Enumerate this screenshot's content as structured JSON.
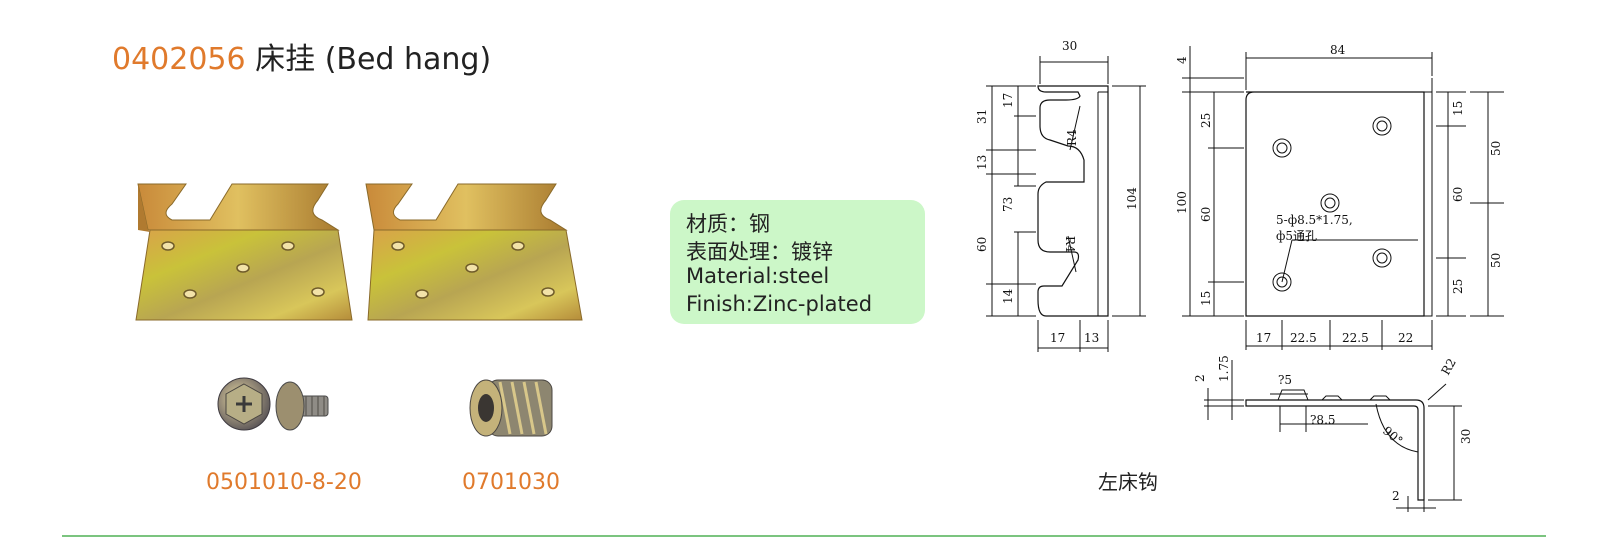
{
  "product": {
    "code": "0402056",
    "name": "床挂 (Bed hang)"
  },
  "parts": [
    {
      "code": "0501010-8-20"
    },
    {
      "code": "0701030"
    }
  ],
  "spec": {
    "line1": "材质：钢",
    "line2": "表面处理：镀锌",
    "line3": "Material:steel",
    "line4": "Finish:Zinc-plated"
  },
  "drawing": {
    "caption": "左床钩",
    "side_view": {
      "top_width": "30",
      "dims_left": [
        "31",
        "17",
        "13",
        "73",
        "60",
        "14"
      ],
      "height_total": "104",
      "radius_top": "R4",
      "radius_bottom": "R4",
      "bottom_dims": [
        "17",
        "13"
      ]
    },
    "front_view": {
      "top_offset": "4",
      "width": "84",
      "left_dims": [
        "25",
        "100",
        "60",
        "15"
      ],
      "right_inner_dims": [
        "15",
        "60",
        "25"
      ],
      "right_outer_dims": [
        "50",
        "50"
      ],
      "bottom_dims": [
        "17",
        "22.5",
        "22.5",
        "22"
      ],
      "hole_note_1": "5-ф8.5*1.75,",
      "hole_note_2": "ф5通孔"
    },
    "section_view": {
      "thickness_a": "2",
      "thickness_b": "1.75",
      "hole_small": "?5",
      "hole_large": "?8.5",
      "radius": "R2",
      "angle": "90°",
      "flange_height": "30",
      "flange_thickness": "2"
    }
  },
  "colors": {
    "accent": "#e07a2c",
    "spec_bg": "#ccf7c8",
    "divider": "#7bc47f"
  }
}
